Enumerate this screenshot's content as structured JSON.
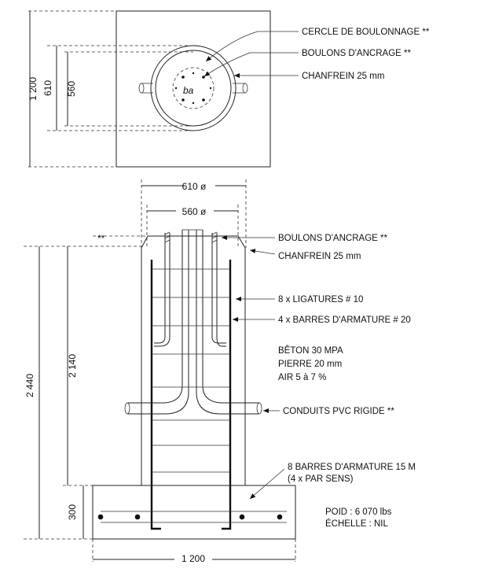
{
  "plan": {
    "dims": {
      "width": "1 200",
      "d610": "610",
      "d560": "560"
    },
    "labels": {
      "bolt_circle": "CERCLE DE BOULONNAGE **",
      "anchor_bolts": "BOULONS D'ANCRAGE **",
      "chamfer": "CHANFREIN 25 mm"
    },
    "bolt_label": "ba"
  },
  "elevation": {
    "dims": {
      "d610": "610 ø",
      "d560": "560 ø",
      "total_height": "2 440",
      "pier_height": "2 140",
      "footing_height": "300",
      "footing_width": "1 200",
      "projection": "**"
    },
    "labels": {
      "anchor_bolts": "BOULONS D'ANCRAGE **",
      "chamfer": "CHANFREIN 25 mm",
      "ties": "8 x LIGATURES # 10",
      "vertical_bars": "4 x BARRES D'ARMATURE # 20",
      "conduits": "CONDUITS PVC RIGIDE **",
      "footing_bars_1": "8 BARRES D'ARMATURE 15 M",
      "footing_bars_2": "(4 x PAR SENS)"
    },
    "notes": {
      "concrete": "BÊTON 30 MPA",
      "stone": "PIERRE 20 mm",
      "air": "AIR 5 à 7 %",
      "weight": "POID : 6 070 lbs",
      "scale": "ÉCHELLE : NIL"
    }
  }
}
